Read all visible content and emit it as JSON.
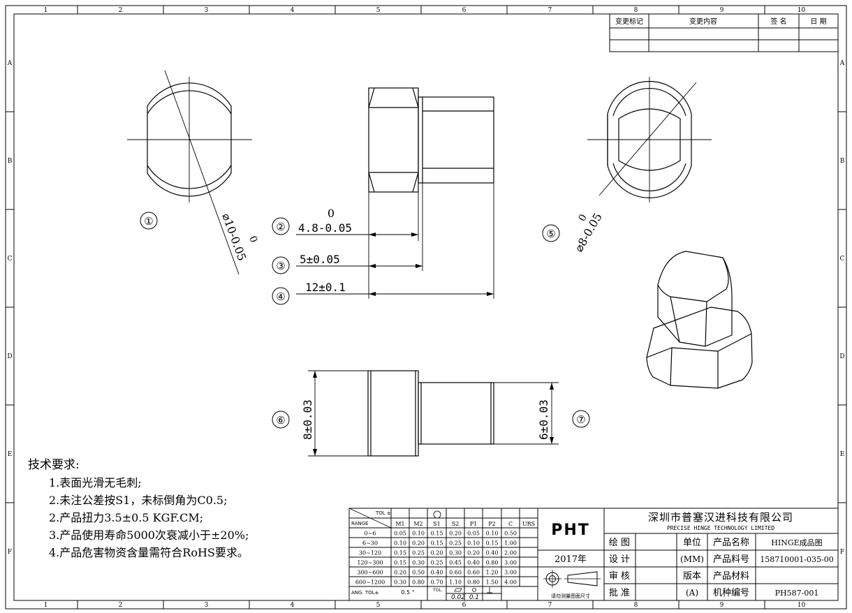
{
  "grid": {
    "columns": [
      "1",
      "2",
      "3",
      "4",
      "5",
      "6",
      "7",
      "8",
      "9",
      "10"
    ],
    "rows": [
      "A",
      "B",
      "C",
      "D",
      "E",
      "F"
    ]
  },
  "revision_table": {
    "headers": [
      "变更标记",
      "变更内容",
      "签 名",
      "日 期"
    ]
  },
  "views": {
    "v1": {
      "marker": "①",
      "dim_main": "⌀10-0.05",
      "dim_upper": "0"
    },
    "v5": {
      "marker": "⑤",
      "dim_main": "⌀8-0.05",
      "dim_upper": "0"
    }
  },
  "dimensions": {
    "d2": {
      "marker": "②",
      "value": "4.8-0.05",
      "upper": "0"
    },
    "d3": {
      "marker": "③",
      "value": "5±0.05"
    },
    "d4": {
      "marker": "④",
      "value": "12±0.1"
    },
    "d6": {
      "marker": "⑥",
      "value": "8±0.03"
    },
    "d7": {
      "marker": "⑦",
      "value": "6±0.03"
    }
  },
  "tech_requirements": {
    "title": "技术要求:",
    "items": [
      "1.表面光滑无毛刺;",
      "2.未注公差按S1，未标倒角为C0.5;",
      "2.产品扭力3.5±0.5 KGF.CM;",
      "3.产品使用寿命5000次衰减小于±20%;",
      "4.产品危害物资含量需符合RoHS要求。"
    ]
  },
  "tolerance_table": {
    "corner_top": "TOL ±",
    "corner_bottom": "RANGE",
    "headers": [
      "M1",
      "M2",
      "S1",
      "S2",
      "P1",
      "P2",
      "C",
      "URS"
    ],
    "rows": [
      {
        "range": "0~6",
        "values": [
          "0.05",
          "0.10",
          "0.15",
          "0.20",
          "0.05",
          "0.10",
          "0.50",
          ""
        ]
      },
      {
        "range": "6~30",
        "values": [
          "0.10",
          "0.20",
          "0.15",
          "0.25",
          "0.10",
          "0.15",
          "1.00",
          ""
        ]
      },
      {
        "range": "30~120",
        "values": [
          "0.15",
          "0.25",
          "0.20",
          "0.30",
          "0.20",
          "0.40",
          "2.00",
          ""
        ]
      },
      {
        "range": "120~300",
        "values": [
          "0.15",
          "0.30",
          "0.25",
          "0.45",
          "0.40",
          "0.80",
          "3.00",
          ""
        ]
      },
      {
        "range": "300~600",
        "values": [
          "0.20",
          "0.50",
          "0.40",
          "0.60",
          "0.60",
          "1.20",
          "3.00",
          ""
        ]
      },
      {
        "range": "600~1200",
        "values": [
          "0.30",
          "0.80",
          "0.70",
          "1.10",
          "0.80",
          "1.50",
          "4.00",
          ""
        ]
      }
    ],
    "ang_label": "ANG.  TOL±",
    "ang_value": "0.5 °",
    "tol_label": "TOL.",
    "flat_value": "0.02",
    "pos_value": "0.1"
  },
  "title_block": {
    "logo": "PHT",
    "year": "2017年",
    "projection_note": "请勿测量图面尺寸",
    "company_cn": "深圳市普塞汉进科技有限公司",
    "company_en": "PRECISE HINGE TECHNOLOGY LIMITED",
    "roles": [
      "绘 图",
      "设 计",
      "审 核",
      "批 准"
    ],
    "unit_label": "单位",
    "unit_value": "(MM)",
    "version_label": "版本",
    "version_value": "(A)",
    "fields": [
      {
        "label": "产品名称",
        "value": "HINGE成品图"
      },
      {
        "label": "产品料号",
        "value": "158710001-035-00"
      },
      {
        "label": "产品材料",
        "value": ""
      },
      {
        "label": "机种编号",
        "value": "PH587-001"
      }
    ]
  }
}
